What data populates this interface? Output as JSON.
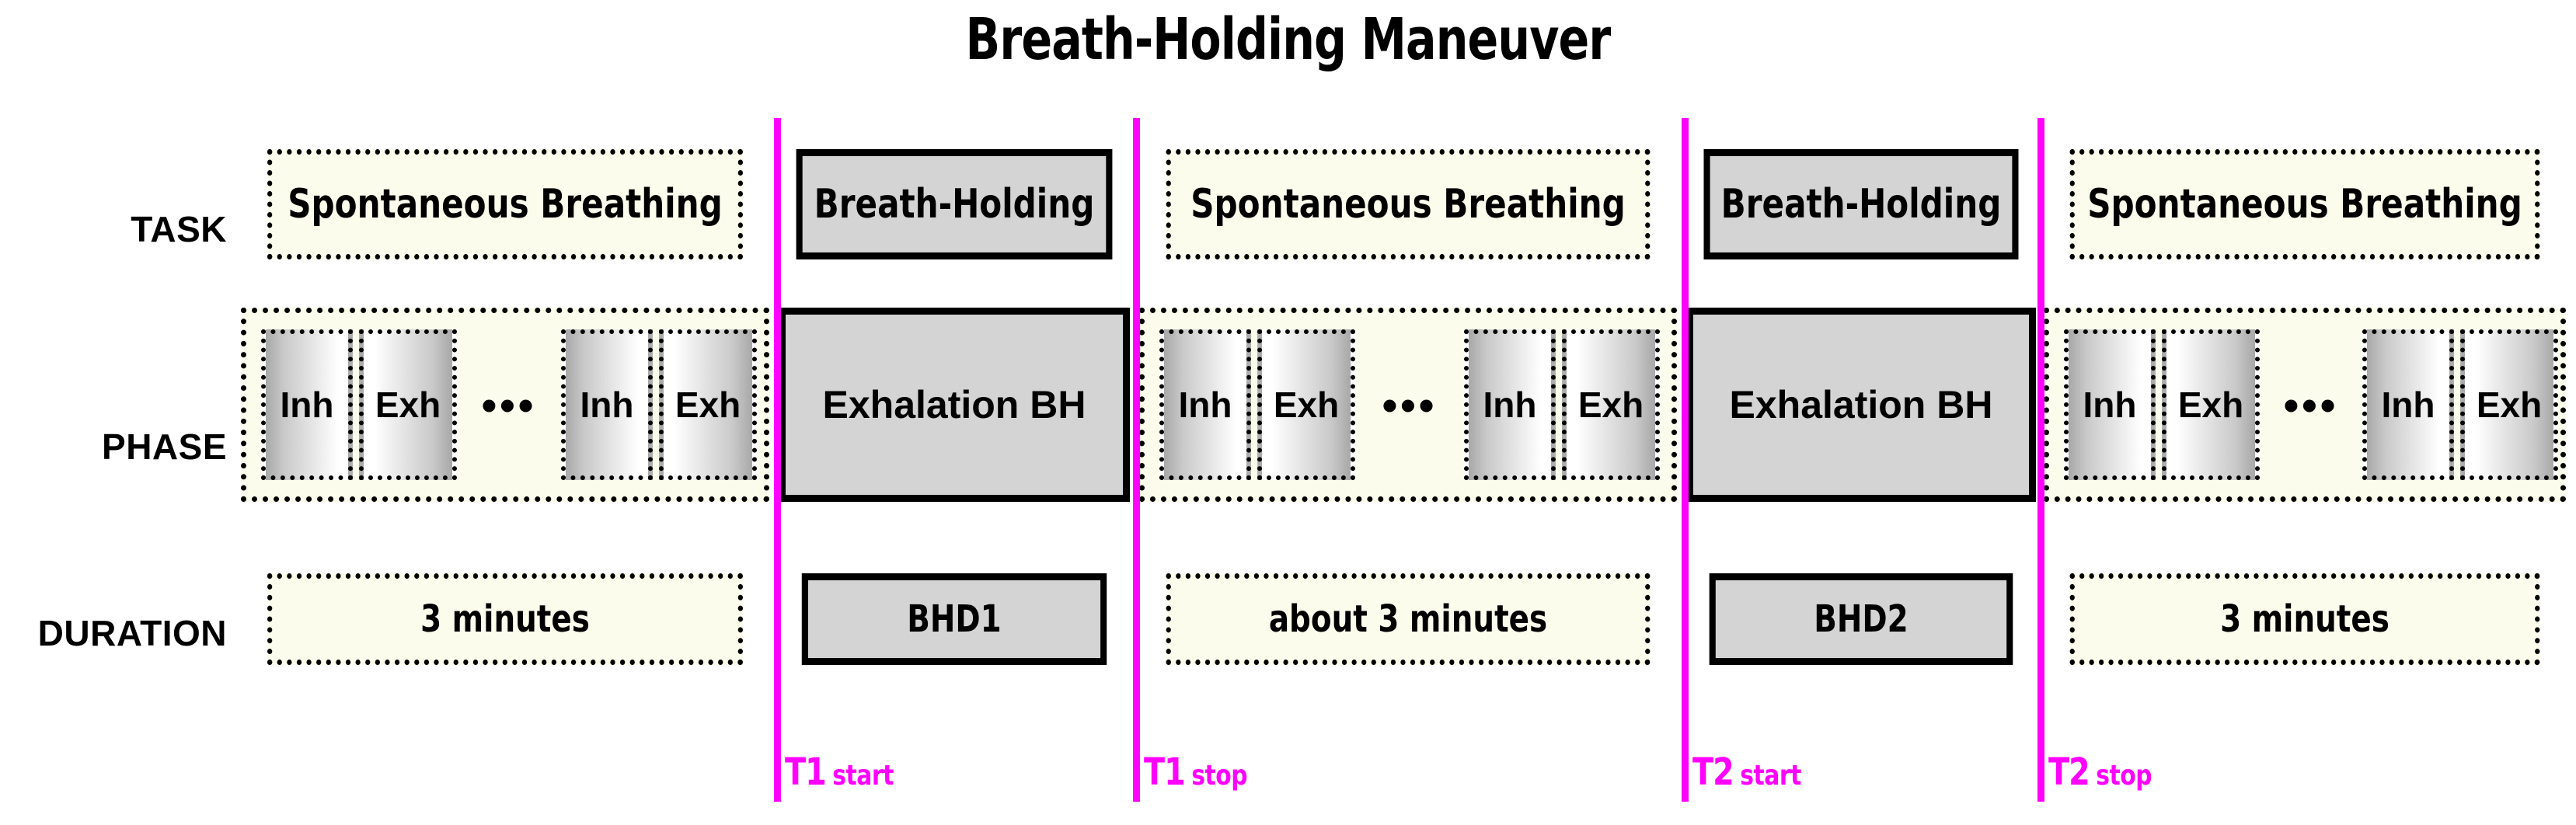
{
  "title": "Breath-Holding Maneuver",
  "row_labels": {
    "task": "TASK",
    "phase": "PHASE",
    "duration": "DURATION"
  },
  "colors": {
    "marker": "#ff00ff",
    "dotted_box_fill": "#fcfced",
    "solid_box_fill": "#d4d4d4",
    "border": "#000000",
    "gradient_dark": "#a8a8a8",
    "gradient_light": "#ffffff"
  },
  "task_row": [
    {
      "label": "Spontaneous Breathing",
      "style": "dotted"
    },
    {
      "label": "Breath-Holding",
      "style": "solid"
    },
    {
      "label": "Spontaneous Breathing",
      "style": "dotted"
    },
    {
      "label": "Breath-Holding",
      "style": "solid"
    },
    {
      "label": "Spontaneous Breathing",
      "style": "dotted"
    }
  ],
  "phase_row": [
    {
      "style": "dotted",
      "cells": [
        "Inh",
        "Exh",
        "•••",
        "Inh",
        "Exh"
      ]
    },
    {
      "style": "solid",
      "label": "Exhalation BH"
    },
    {
      "style": "dotted",
      "cells": [
        "Inh",
        "Exh",
        "•••",
        "Inh",
        "Exh"
      ]
    },
    {
      "style": "solid",
      "label": "Exhalation BH"
    },
    {
      "style": "dotted",
      "cells": [
        "Inh",
        "Exh",
        "•••",
        "Inh",
        "Exh"
      ]
    }
  ],
  "phase_cells": {
    "inhale": "Inh",
    "exhale": "Exh",
    "ellipsis": "•••",
    "exhalation_bh": "Exhalation BH"
  },
  "duration_row": [
    {
      "label": "3 minutes",
      "style": "dotted"
    },
    {
      "label": "BHD1",
      "style": "solid"
    },
    {
      "label": "about 3 minutes",
      "style": "dotted"
    },
    {
      "label": "BHD2",
      "style": "solid"
    },
    {
      "label": "3 minutes",
      "style": "dotted"
    }
  ],
  "markers": [
    {
      "name": "T1",
      "event": "start"
    },
    {
      "name": "T1",
      "event": "stop"
    },
    {
      "name": "T2",
      "event": "start"
    },
    {
      "name": "T2",
      "event": "stop"
    }
  ]
}
